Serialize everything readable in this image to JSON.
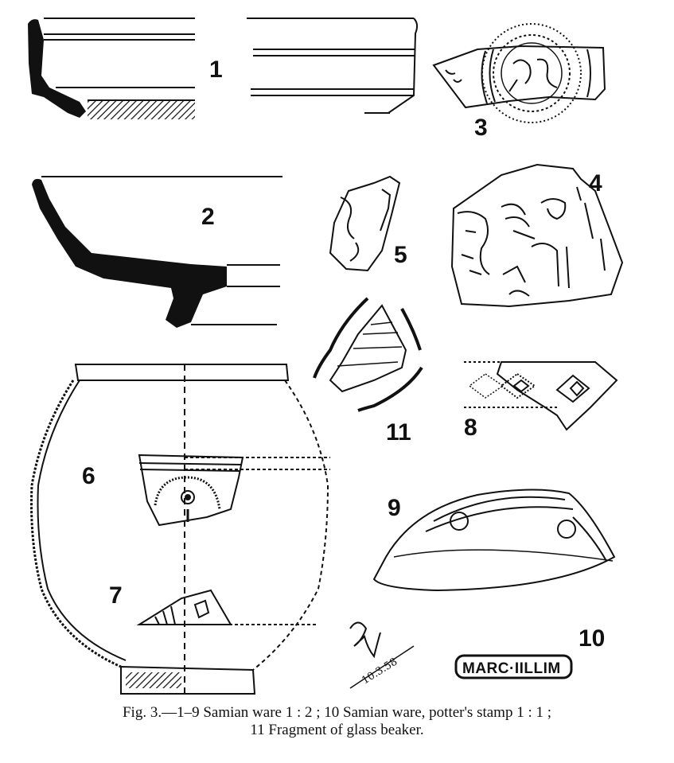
{
  "figure": {
    "labels": {
      "n1": "1",
      "n2": "2",
      "n3": "3",
      "n4": "4",
      "n5": "5",
      "n6": "6",
      "n7": "7",
      "n8": "8",
      "n9": "9",
      "n10": "10",
      "n11": "11"
    },
    "stamp_text": "MARC·IILLIM",
    "signature_initials": "RN",
    "signature_date": "10.3.58"
  },
  "caption": {
    "line1": "Fig. 3.—1–9 Samian ware 1 : 2 ;  10 Samian ware, potter's stamp 1 : 1 ;",
    "line2": "11 Fragment of glass beaker."
  }
}
